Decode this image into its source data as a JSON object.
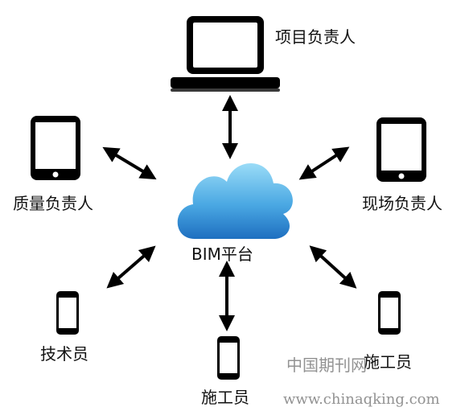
{
  "diagram": {
    "center": {
      "label": "BIM平台",
      "icon": "cloud-icon",
      "color_top": "#8fd3f4",
      "color_bottom": "#1e78c8"
    },
    "nodes": [
      {
        "id": "project-manager",
        "label": "项目负责人",
        "device": "laptop-icon"
      },
      {
        "id": "quality-manager",
        "label": "质量负责人",
        "device": "tablet-icon"
      },
      {
        "id": "site-manager",
        "label": "现场负责人",
        "device": "tablet-icon"
      },
      {
        "id": "technician",
        "label": "技术员",
        "device": "phone-icon"
      },
      {
        "id": "construction-worker",
        "label": "施工员",
        "device": "phone-icon"
      },
      {
        "id": "construction-worker-right",
        "label": "施工员",
        "device": "phone-icon"
      }
    ],
    "connector": {
      "style": "double-headed-arrow",
      "color": "#000000"
    }
  },
  "watermark": {
    "name": "中国期刊网",
    "url": "www.chinaqking.com"
  }
}
